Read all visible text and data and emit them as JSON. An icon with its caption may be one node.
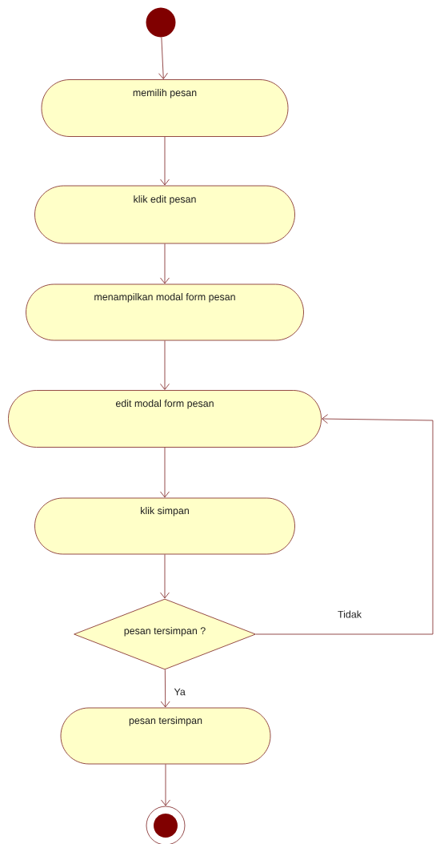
{
  "diagram": {
    "nodes": [
      {
        "text": [],
        "shape": "circle"
      },
      {
        "text": [
          "memilih pesan"
        ]
      },
      {
        "text": [
          "klik edit pesan"
        ]
      },
      {
        "text": [
          "menampilkan modal form pesan"
        ]
      },
      {
        "text": [
          "edit modal form pesan"
        ]
      },
      {
        "text": [
          "klik simpan"
        ]
      },
      {
        "text": [
          "pesan tersimpan ?"
        ]
      },
      {
        "text": [
          "pesan tersimpan"
        ]
      },
      {
        "text": [],
        "shape": "circle"
      }
    ],
    "edges": [
      {
        "from": 0,
        "to": 1,
        "arrow": "to"
      },
      {
        "from": 1,
        "to": 2,
        "arrow": "to"
      },
      {
        "from": 2,
        "to": 3,
        "arrow": "to"
      },
      {
        "from": 3,
        "to": 4,
        "arrow": "to"
      },
      {
        "from": 4,
        "to": 5,
        "arrow": "to"
      },
      {
        "from": 5,
        "to": 6,
        "arrow": "to"
      },
      {
        "from": 6,
        "to": 7,
        "arrow": "to",
        "label": "Ya"
      },
      {
        "from": 7,
        "to": 8,
        "arrow": "to"
      },
      {
        "from": 6,
        "to": 4,
        "arrow": "to",
        "label": "Tidak"
      }
    ]
  }
}
